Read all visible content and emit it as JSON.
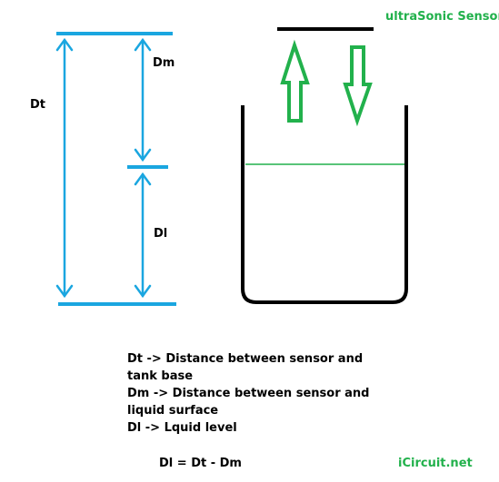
{
  "labels": {
    "sensor_title": "ultraSonic Sensor",
    "dt": "Dt",
    "dm": "Dm",
    "dl": "Dl"
  },
  "legend": {
    "line1": "Dt -> Distance between sensor and",
    "line2": "tank base",
    "line3": "Dm -> Distance between sensor and",
    "line4": "liquid surface",
    "line5": "Dl -> Lquid level"
  },
  "formula": "Dl = Dt - Dm",
  "brand": "iCircuit.net",
  "colors": {
    "measurement": "#1aa6e0",
    "sensor_arrows": "#22b14c",
    "liquid_surface": "#22b14c",
    "tank": "#000000",
    "text": "#000000"
  },
  "icons": {
    "up_arrow": "transmit-arrow-icon",
    "down_arrow": "echo-arrow-icon"
  }
}
